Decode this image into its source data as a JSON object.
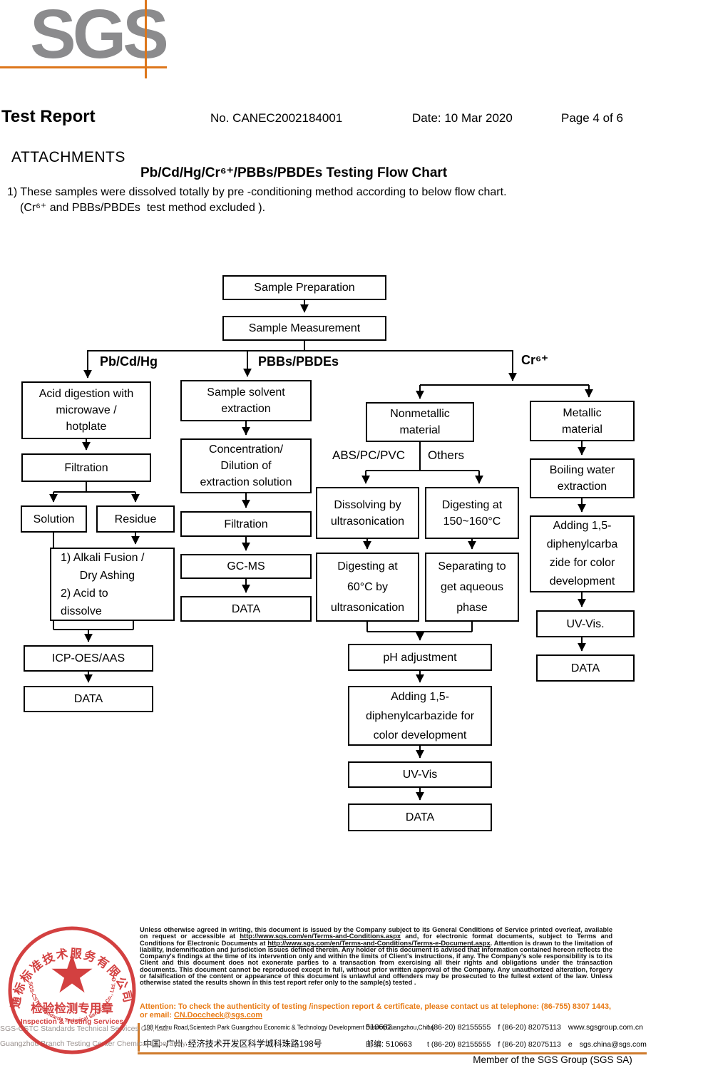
{
  "header": {
    "logo_text": "SGS",
    "title": "Test Report",
    "report_no": "No. CANEC2002184001",
    "date": "Date: 10 Mar 2020",
    "page": "Page 4 of 6"
  },
  "attachments": {
    "heading": "ATTACHMENTS",
    "flow_chart_title": "Pb/Cd/Hg/Cr⁶⁺/PBBs/PBDEs Testing Flow Chart",
    "note_line1": "1) These samples were dissolved totally by pre -conditioning method according to below flow chart.",
    "note_line2": "(Cr⁶⁺ and PBBs/PBDEs  test method excluded )."
  },
  "flowchart": {
    "branch_labels": {
      "pb_cd_hg": "Pb/Cd/Hg",
      "pbbs_pbdes": "PBBs/PBDEs",
      "cr6": "Cr⁶⁺",
      "abs_pc_pvc": "ABS/PC/PVC",
      "others": "Others"
    },
    "nodes": {
      "sample_preparation": "Sample Preparation",
      "sample_measurement": "Sample Measurement",
      "acid_digestion": "Acid digestion with\nmicrowave /\nhotplate",
      "filtration_left": "Filtration",
      "solution": "Solution",
      "residue": "Residue",
      "alkali_fusion": "1) Alkali Fusion /\n      Dry Ashing\n2) Acid to\ndissolve",
      "icp_oes_aas": "ICP-OES/AAS",
      "data_left": "DATA",
      "sample_solvent_extraction": "Sample solvent\nextraction",
      "concentration": "Concentration/\nDilution of\nextraction solution",
      "filtration_mid": "Filtration",
      "gc_ms": "GC-MS",
      "data_mid": "DATA",
      "nonmetallic": "Nonmetallic\nmaterial",
      "metallic": "Metallic\nmaterial",
      "dissolving": "Dissolving by\nultrasonication",
      "digesting_150": "Digesting at\n150~160°C",
      "digesting_60": "Digesting at\n60°C by\nultrasonication",
      "separating": "Separating to\nget aqueous\nphase",
      "ph_adjustment": "pH adjustment",
      "adding_dpc_center": "Adding 1,5-\ndiphenylcarbazide for\ncolor development",
      "uv_vis_center": "UV-Vis",
      "data_center": "DATA",
      "boiling_water": "Boiling water\nextraction",
      "adding_dpc_right": "Adding 1,5-\ndiphenylcarba\nzide for color\ndevelopment",
      "uv_vis_right": "UV-Vis.",
      "data_right": "DATA"
    }
  },
  "stamp": {
    "arc_cn": "通标标准技术服务有限公司广州分公司",
    "arc_en": "SGS-CSTC Standards Technical Services Co., Ltd. Guangzhou Branch",
    "line_cn": "检验检测专用章",
    "line_en": "Inspection & Testing Services"
  },
  "footer": {
    "company_line1": "SGS-CSTC Standards Technical Services Co., Ltd.",
    "company_line2": "Guangzhou Branch Testing Center Chemical Laboratory.",
    "legal": {
      "p1": "Unless otherwise agreed in writing, this document is issued by the Company subject to its General Conditions of Service printed overleaf, available on request or accessible at ",
      "url1": "http://www.sgs.com/en/Terms-and-Conditions.aspx",
      "p2": " and, for electronic format documents, subject to Terms and Conditions for Electronic Documents at ",
      "url2": "http://www.sgs.com/en/Terms-and-Conditions/Terms-e-Document.aspx",
      "p3": ". Attention is drawn to the limitation of liability, indemnification and jurisdiction issues defined therein. Any holder of this document is advised that information contained hereon reflects the Company's findings at the time of its intervention only and within the limits of Client's instructions, if any. The Company's sole responsibility is to its Client and this document does not exonerate parties to a transaction from exercising all their rights and obligations under the transaction documents. This document cannot be reproduced except in full, without prior written approval of the Company. Any unauthorized alteration, forgery or falsification of the content or appearance of this document is unlawful and offenders may be prosecuted to the fullest extent of the law. Unless otherwise stated the results shown in this test report refer only to the sample(s) tested ."
    },
    "attention": {
      "line1": "Attention: To check the authenticity of testing /inspection report & certificate, please contact us at telephone: (86-755) 8307 1443,",
      "line2_prefix": "or email: ",
      "email": "CN.Doccheck@sgs.com"
    },
    "address": {
      "en": "198 Kezhu Road,Scientech Park Guangzhou Economic & Technology Development District,Guangzhou,China",
      "en_postcode": "510663",
      "tel": "t (86-20) 82155555",
      "fax": "f (86-20) 82075113",
      "web": "www.sgsgroup.com.cn",
      "cn": "中国 ·广州 ·经济技术开发区科学城科珠路198号",
      "cn_postcode": "邮编: 510663",
      "email_label": "e",
      "email": "sgs.china@sgs.com"
    },
    "member": "Member of the SGS Group (SGS SA)"
  },
  "colors": {
    "accent_orange": "#cf7a2c",
    "stamp_red": "#d03030",
    "logo_gray": "#8b8b8d"
  }
}
